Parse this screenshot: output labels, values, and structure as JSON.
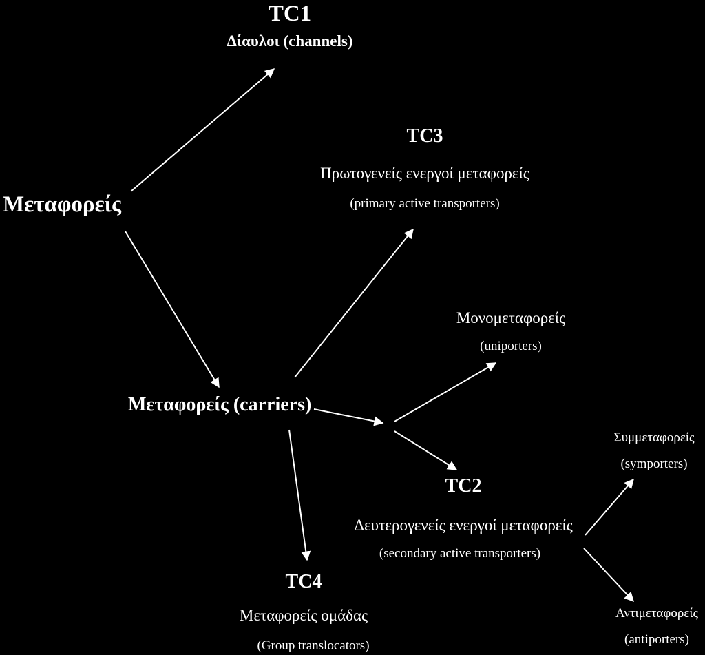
{
  "diagram": {
    "root": {
      "label": "Μεταφορείς"
    },
    "tc1": {
      "code": "TC1",
      "name": "Δίαυλοι (channels)"
    },
    "tc3": {
      "code": "TC3",
      "name": "Πρωτογενείς ενεργοί μεταφορείς",
      "english": "(primary active transporters)"
    },
    "uniporters": {
      "name": "Μονομεταφορείς",
      "english": "(uniporters)"
    },
    "carriers": {
      "label": "Μεταφορείς (carriers)"
    },
    "symporters": {
      "name": "Συμμεταφορείς",
      "english": "(symporters)"
    },
    "tc2": {
      "code": "TC2",
      "name": "Δευτερογενείς ενεργοί μεταφορείς",
      "english": "(secondary active transporters)"
    },
    "tc4": {
      "code": "TC4",
      "name": "Μεταφορείς ομάδας",
      "english": "(Group translocators)"
    },
    "antiporters": {
      "name": "Αντιμεταφορείς",
      "english": "(antiporters)"
    }
  },
  "colors": {
    "background": "#000000",
    "foreground": "#ffffff"
  }
}
